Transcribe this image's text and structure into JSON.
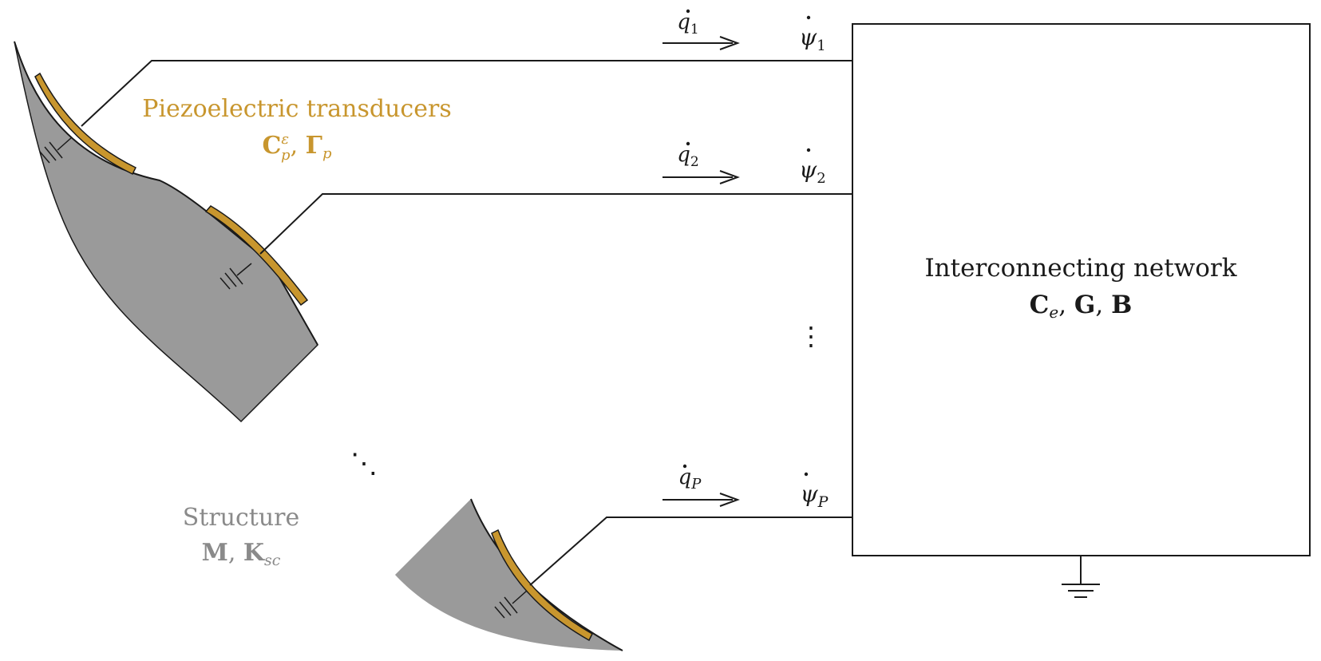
{
  "colors": {
    "structure_fill": "#9a9a9a",
    "transducer_fill": "#c8962e",
    "transducer_label": "#c8962e",
    "structure_label": "#8a8a8a",
    "ink": "#1a1a1a"
  },
  "labels": {
    "piezo_title": "Piezoelectric transducers",
    "piezo_C": "C",
    "piezo_C_sup": "ε",
    "piezo_C_sub": "p",
    "piezo_sep": ",",
    "piezo_Gamma": "Γ",
    "piezo_Gamma_sub": "p",
    "structure_title": "Structure",
    "structure_M": "M",
    "structure_sep": ",",
    "structure_K": "K",
    "structure_K_sub": "sc",
    "network_title": "Interconnecting network",
    "network_C": "C",
    "network_C_sub": "e",
    "network_sep1": ",",
    "network_G": "G",
    "network_sep2": ",",
    "network_B": "B",
    "vdots": "⋮",
    "ddots": "⋱"
  },
  "ports": [
    {
      "q": "q",
      "q_sub": "1",
      "psi": "ψ",
      "psi_sub": "1"
    },
    {
      "q": "q",
      "q_sub": "2",
      "psi": "ψ",
      "psi_sub": "2"
    },
    {
      "q": "q",
      "q_sub": "P",
      "psi": "ψ",
      "psi_sub": "P"
    }
  ]
}
